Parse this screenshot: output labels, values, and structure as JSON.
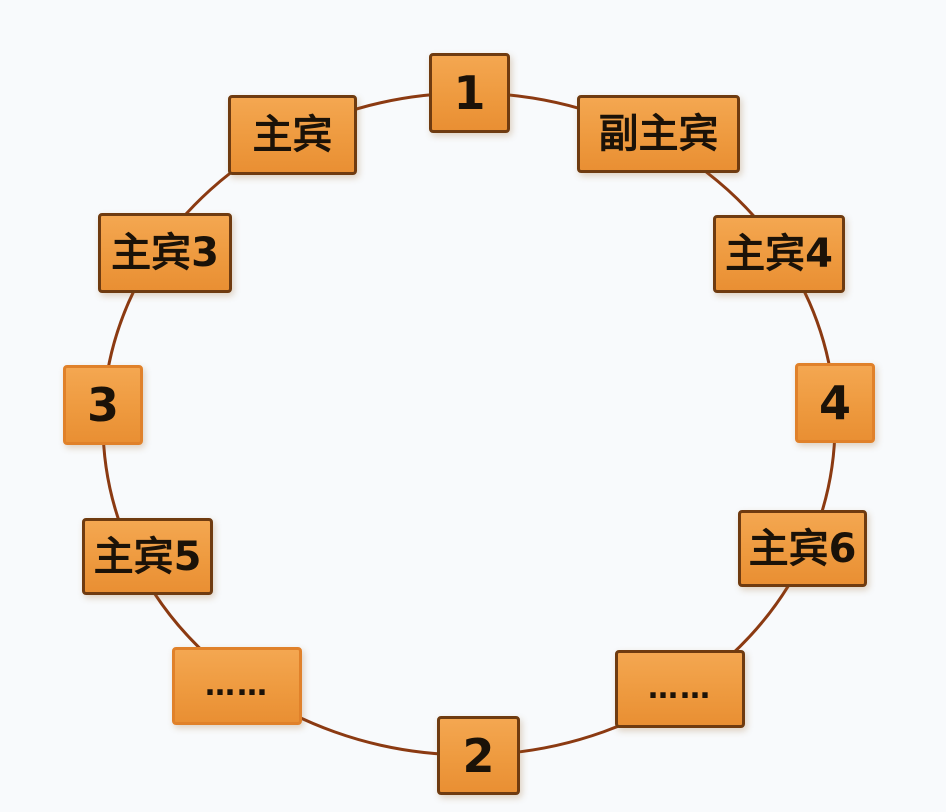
{
  "diagram": {
    "type": "round-table-seating-diagram",
    "colors": {
      "background": "#F8FAFC",
      "box_fill": "#EE9A3F",
      "box_border_dark": "#6F3B10",
      "box_border_orange": "#E0812A",
      "connector": "#8B3A12",
      "text": "#1B1208"
    }
  },
  "seats": [
    {
      "label": "1",
      "position": "top"
    },
    {
      "label": "副主宾",
      "position": "top-right"
    },
    {
      "label": "主宾4",
      "position": "right-upper"
    },
    {
      "label": "4",
      "position": "right"
    },
    {
      "label": "主宾6",
      "position": "right-lower"
    },
    {
      "label": "……",
      "position": "bottom-right"
    },
    {
      "label": "2",
      "position": "bottom"
    },
    {
      "label": "……",
      "position": "bottom-left"
    },
    {
      "label": "主宾5",
      "position": "left-lower"
    },
    {
      "label": "3",
      "position": "left"
    },
    {
      "label": "主宾3",
      "position": "left-upper"
    },
    {
      "label": "主宾",
      "position": "top-left"
    }
  ]
}
